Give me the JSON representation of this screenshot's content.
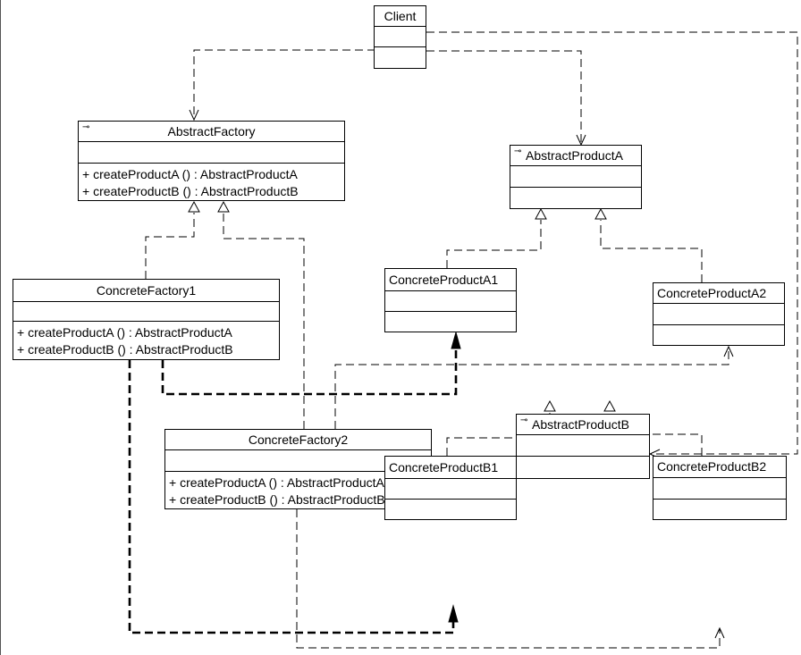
{
  "diagram": {
    "type": "uml-class-diagram",
    "classes": {
      "client": {
        "name": "Client"
      },
      "abstract_factory": {
        "name": "AbstractFactory",
        "interface_icon": "⊸",
        "operations": [
          "+  createProductA ()  : AbstractProductA",
          "+  createProductB ()  : AbstractProductB"
        ]
      },
      "concrete_factory1": {
        "name": "ConcreteFactory1",
        "operations": [
          "+  createProductA ()  : AbstractProductA",
          "+  createProductB ()  : AbstractProductB"
        ]
      },
      "concrete_factory2": {
        "name": "ConcreteFactory2",
        "operations": [
          "+  createProductA ()  : AbstractProductA",
          "+  createProductB ()  : AbstractProductB"
        ]
      },
      "abstract_product_a": {
        "name": "AbstractProductA",
        "interface_icon": "⊸"
      },
      "concrete_product_a1": {
        "name": "ConcreteProductA1"
      },
      "concrete_product_a2": {
        "name": "ConcreteProductA2"
      },
      "abstract_product_b": {
        "name": "AbstractProductB",
        "interface_icon": "⊸"
      },
      "concrete_product_b1": {
        "name": "ConcreteProductB1"
      },
      "concrete_product_b2": {
        "name": "ConcreteProductB2"
      }
    },
    "relationships": [
      {
        "from": "Client",
        "to": "AbstractFactory",
        "kind": "dependency"
      },
      {
        "from": "Client",
        "to": "AbstractProductA",
        "kind": "dependency"
      },
      {
        "from": "Client",
        "to": "AbstractProductB",
        "kind": "dependency"
      },
      {
        "from": "ConcreteFactory1",
        "to": "AbstractFactory",
        "kind": "realization"
      },
      {
        "from": "ConcreteFactory2",
        "to": "AbstractFactory",
        "kind": "realization"
      },
      {
        "from": "ConcreteProductA1",
        "to": "AbstractProductA",
        "kind": "realization"
      },
      {
        "from": "ConcreteProductA2",
        "to": "AbstractProductA",
        "kind": "realization"
      },
      {
        "from": "ConcreteProductB1",
        "to": "AbstractProductB",
        "kind": "realization"
      },
      {
        "from": "ConcreteProductB2",
        "to": "AbstractProductB",
        "kind": "realization"
      },
      {
        "from": "ConcreteFactory1",
        "to": "ConcreteProductA1",
        "kind": "creates"
      },
      {
        "from": "ConcreteFactory1",
        "to": "ConcreteProductB1",
        "kind": "creates"
      },
      {
        "from": "ConcreteFactory2",
        "to": "ConcreteProductA2",
        "kind": "dependency"
      },
      {
        "from": "ConcreteFactory2",
        "to": "ConcreteProductB2",
        "kind": "dependency"
      }
    ],
    "colors": {
      "line": "#000000",
      "background": "#ffffff"
    }
  }
}
